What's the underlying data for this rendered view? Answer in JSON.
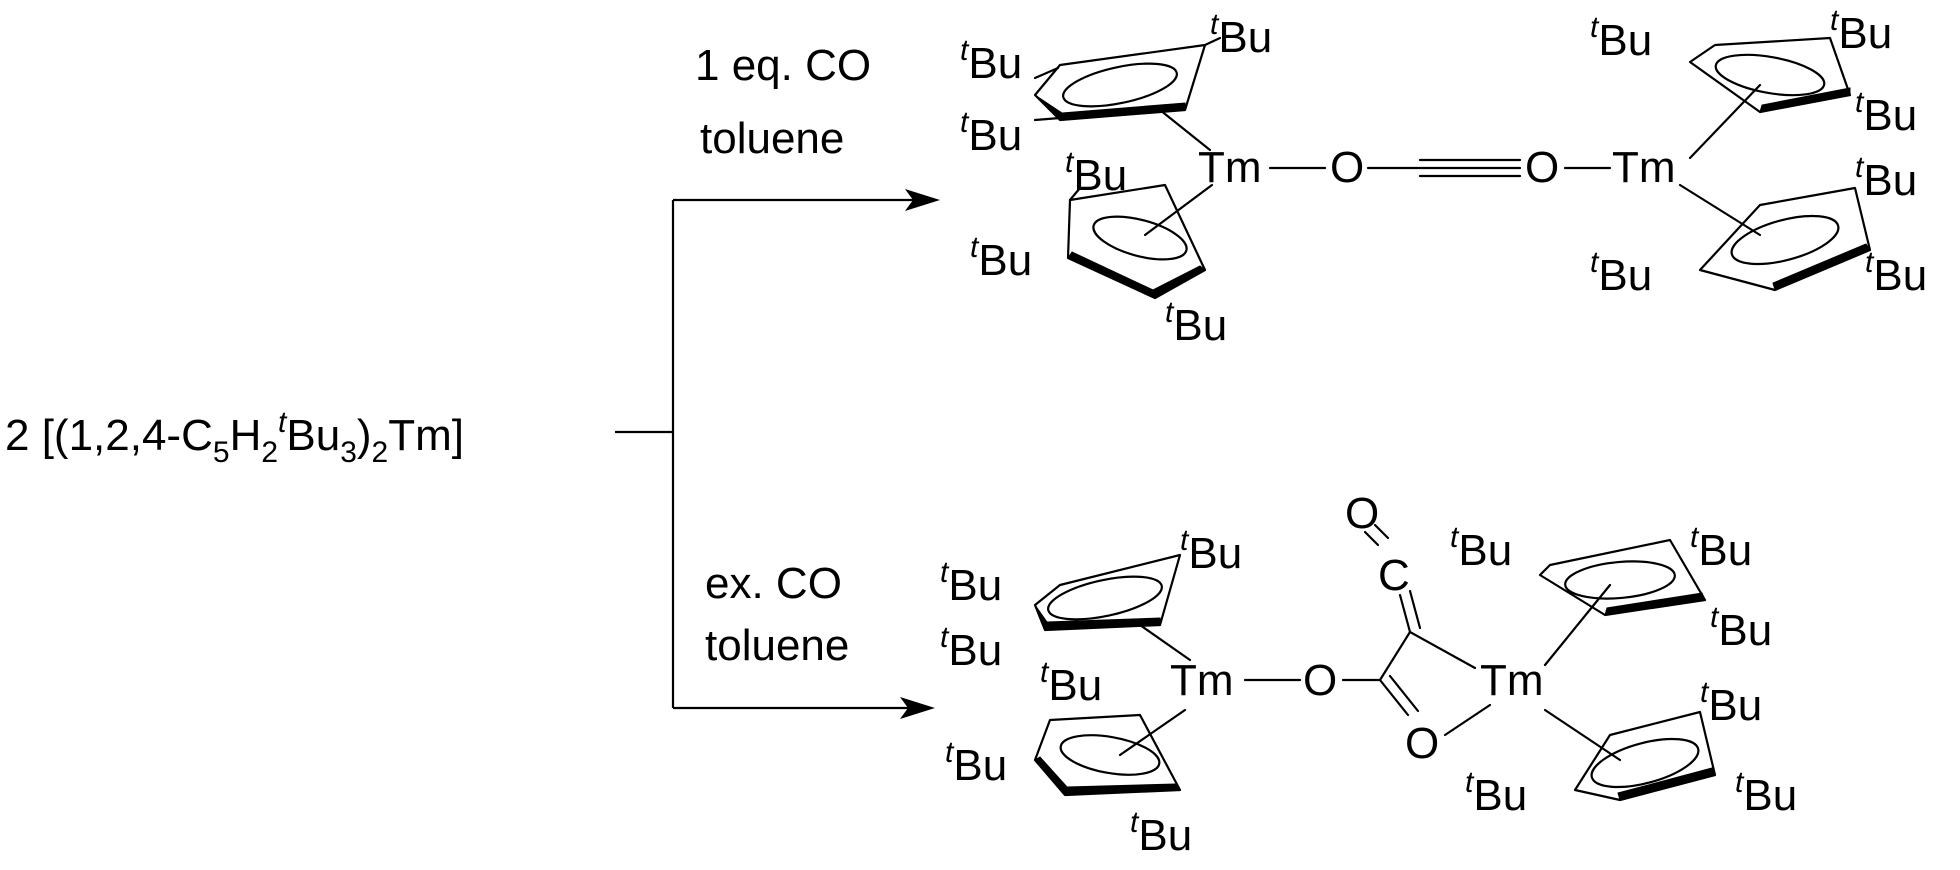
{
  "reactant": {
    "prefix": "2 [(1,2,4-C",
    "sub1": "5",
    "mid1": "H",
    "sub2": "2",
    "sup_t": "t",
    "mid2": "Bu",
    "sub3": "3",
    "close": ")",
    "sub4": "2",
    "suffix": "Tm]"
  },
  "upper_conditions": {
    "line1": "1 eq. CO",
    "line2": "toluene"
  },
  "lower_conditions": {
    "line1": "ex. CO",
    "line2": "toluene"
  },
  "atoms": {
    "metal": "Tm",
    "oxygen": "O",
    "carbon": "C",
    "t": "t",
    "bu": "Bu"
  }
}
